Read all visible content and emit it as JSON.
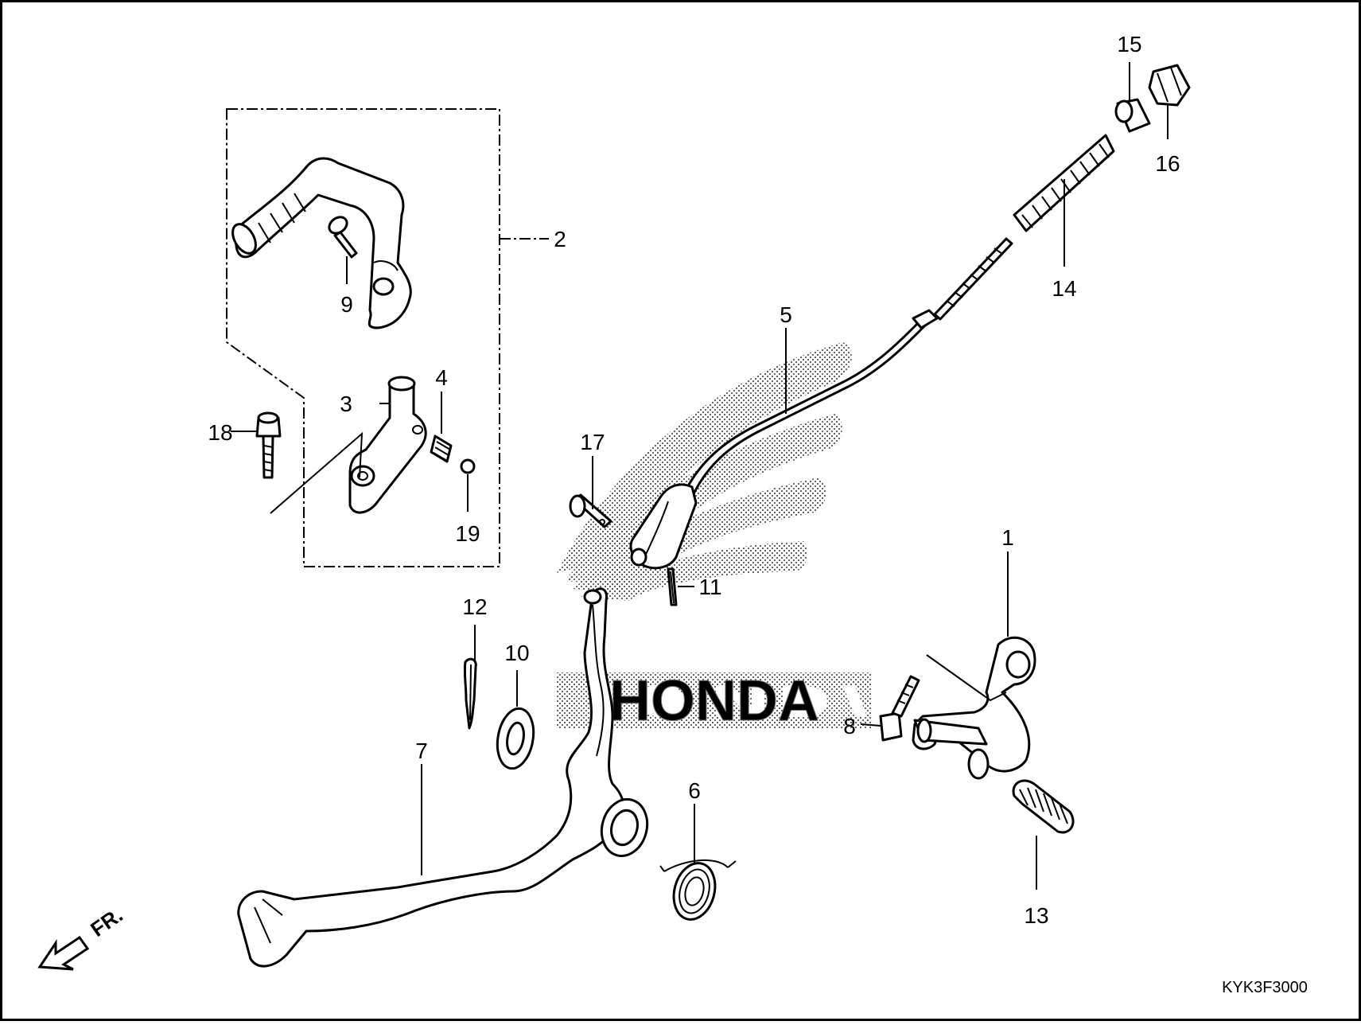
{
  "diagram": {
    "brand_watermark": "HONDA",
    "diagram_code": "KYK3F3000",
    "direction_label": "FR.",
    "callouts": [
      {
        "id": "1",
        "label": "1"
      },
      {
        "id": "2",
        "label": "2"
      },
      {
        "id": "3",
        "label": "3"
      },
      {
        "id": "4",
        "label": "4"
      },
      {
        "id": "5",
        "label": "5"
      },
      {
        "id": "6",
        "label": "6"
      },
      {
        "id": "7",
        "label": "7"
      },
      {
        "id": "8",
        "label": "8"
      },
      {
        "id": "9",
        "label": "9"
      },
      {
        "id": "10",
        "label": "10"
      },
      {
        "id": "11",
        "label": "11"
      },
      {
        "id": "12",
        "label": "12"
      },
      {
        "id": "13",
        "label": "13"
      },
      {
        "id": "14",
        "label": "14"
      },
      {
        "id": "15",
        "label": "15"
      },
      {
        "id": "16",
        "label": "16"
      },
      {
        "id": "17",
        "label": "17"
      },
      {
        "id": "18",
        "label": "18"
      },
      {
        "id": "19",
        "label": "19"
      }
    ]
  }
}
